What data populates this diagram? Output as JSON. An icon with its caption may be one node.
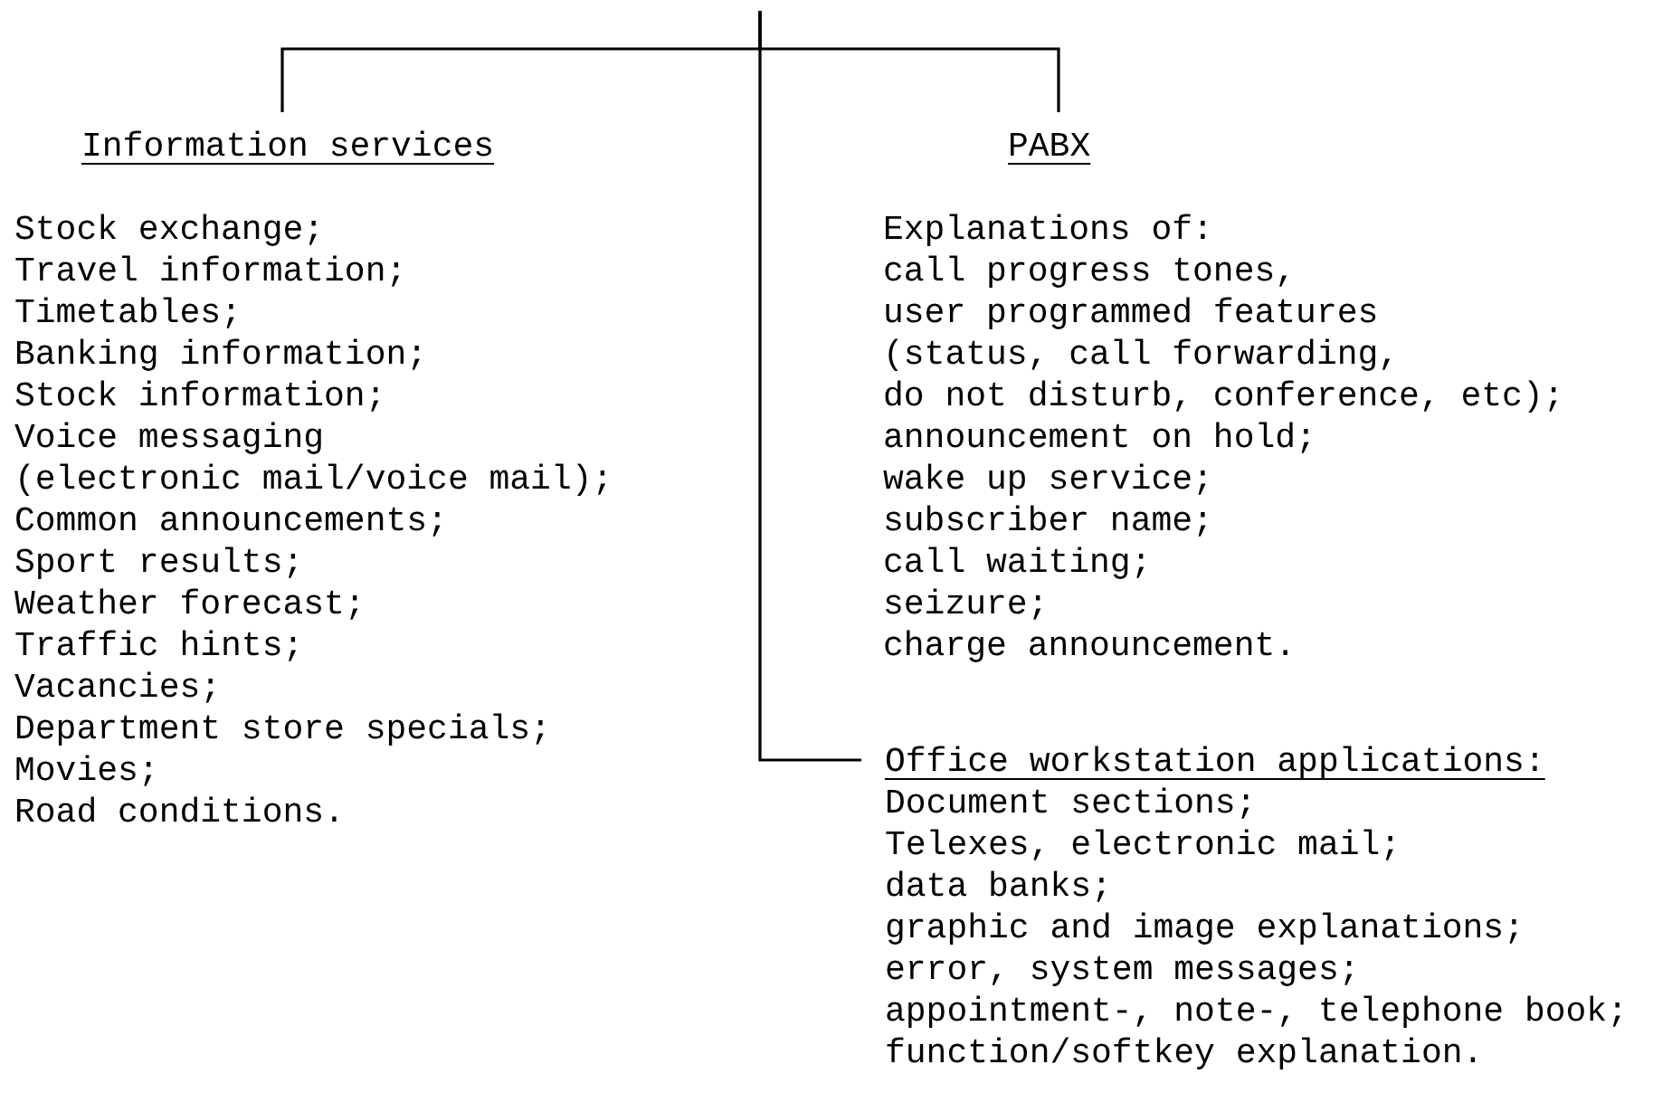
{
  "diagram": {
    "nodes": [
      {
        "text": [
          "Information services",
          "Stock exchange;",
          "Travel information;",
          "Timetables;",
          "Banking information;",
          "Stock information;",
          "Voice messaging",
          "(electronic mail/voice mail);",
          "Common announcements;",
          "Sport results;",
          "Weather forecast;",
          "Traffic hints;",
          "Vacancies;",
          "Department store specials;",
          "Movies;",
          "Road conditions."
        ]
      },
      {
        "text": [
          "PABX",
          "Explanations of:",
          "call progress tones,",
          "user programmed features",
          "(status, call forwarding,",
          "do not disturb, conference, etc);",
          "announcement on hold;",
          "wake up service;",
          "subscriber name;",
          "call waiting;",
          "seizure;",
          "charge announcement."
        ]
      },
      {
        "text": [
          "Office workstation applications:",
          "Document sections;",
          "Telexes, electronic mail;",
          "data banks;",
          "graphic and image explanations;",
          "error, system messages;",
          "appointment-, note-, telephone book;",
          "function/softkey explanation."
        ]
      }
    ],
    "edges": [
      {
        "from": null,
        "to": 0,
        "arrow": "none"
      },
      {
        "from": null,
        "to": 1,
        "arrow": "none"
      },
      {
        "from": null,
        "to": 2,
        "arrow": "none"
      }
    ]
  }
}
